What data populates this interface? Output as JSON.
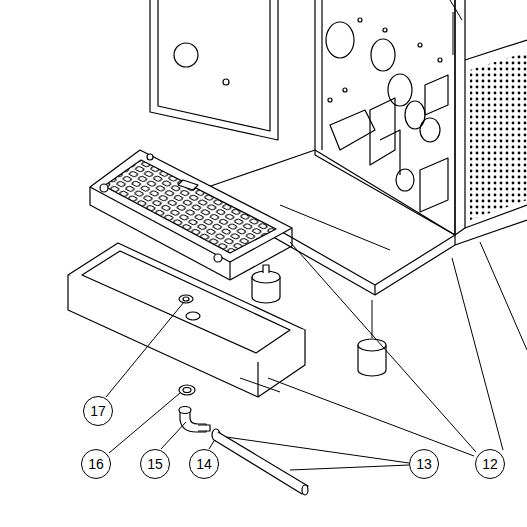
{
  "diagram": {
    "nodes": [
      {
        "text": [
          "17"
        ]
      },
      {
        "text": [
          "16"
        ]
      },
      {
        "text": [
          "15"
        ]
      },
      {
        "text": [
          "14"
        ]
      },
      {
        "text": [
          "13"
        ]
      },
      {
        "text": [
          "12"
        ]
      }
    ],
    "edges": []
  }
}
